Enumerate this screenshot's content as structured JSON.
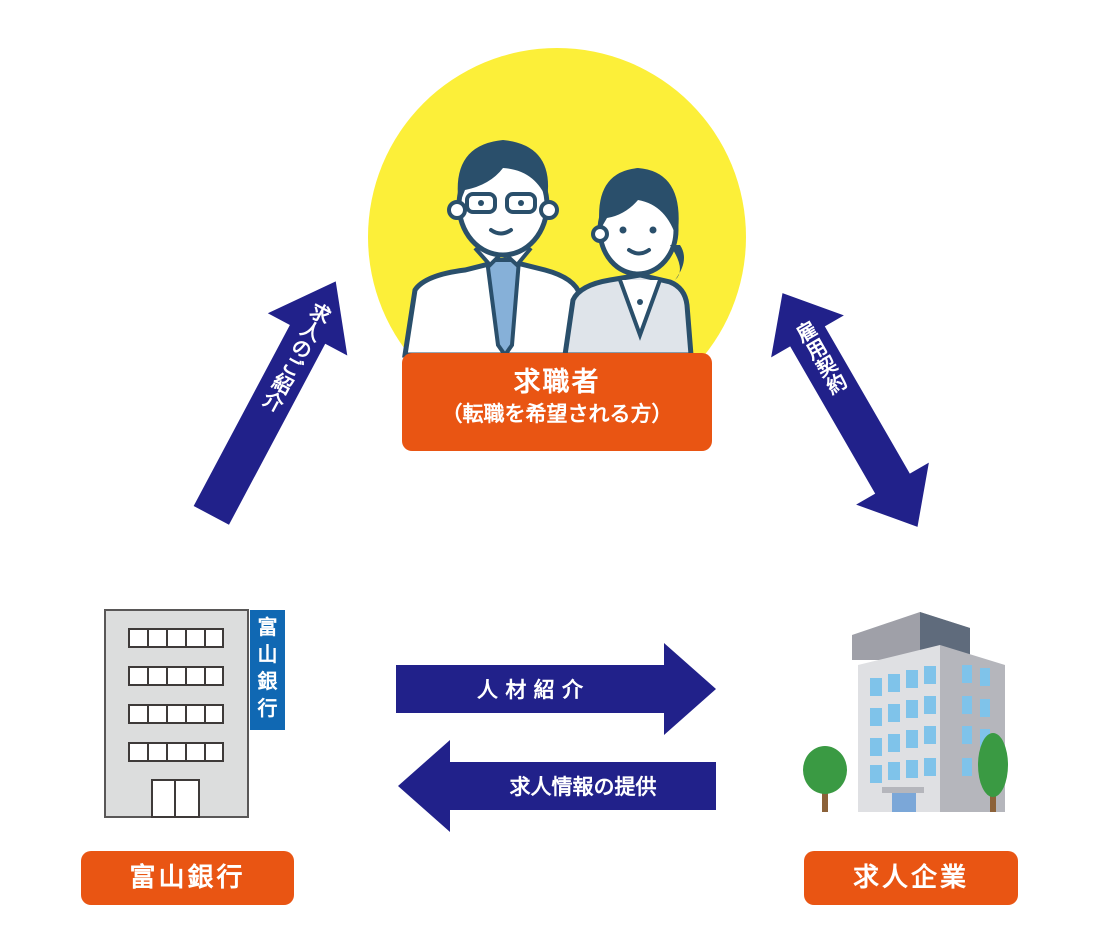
{
  "seeker": {
    "title": "求職者",
    "subtitle": "（転職を希望される方）"
  },
  "arrows": {
    "introduce_jobs": "求人のご紹介",
    "employment_contract": "雇用契約",
    "talent_introduction": "人 材 紹 介",
    "job_info_provision": "求人情報の提供"
  },
  "bank": {
    "sign": [
      "富",
      "山",
      "銀",
      "行"
    ],
    "label": "富山銀行"
  },
  "company": {
    "label": "求人企業"
  },
  "colors": {
    "arrow": "#21218a",
    "label_bg": "#e95513",
    "sun": "#fcef39",
    "bank_sign": "#1068b3"
  }
}
